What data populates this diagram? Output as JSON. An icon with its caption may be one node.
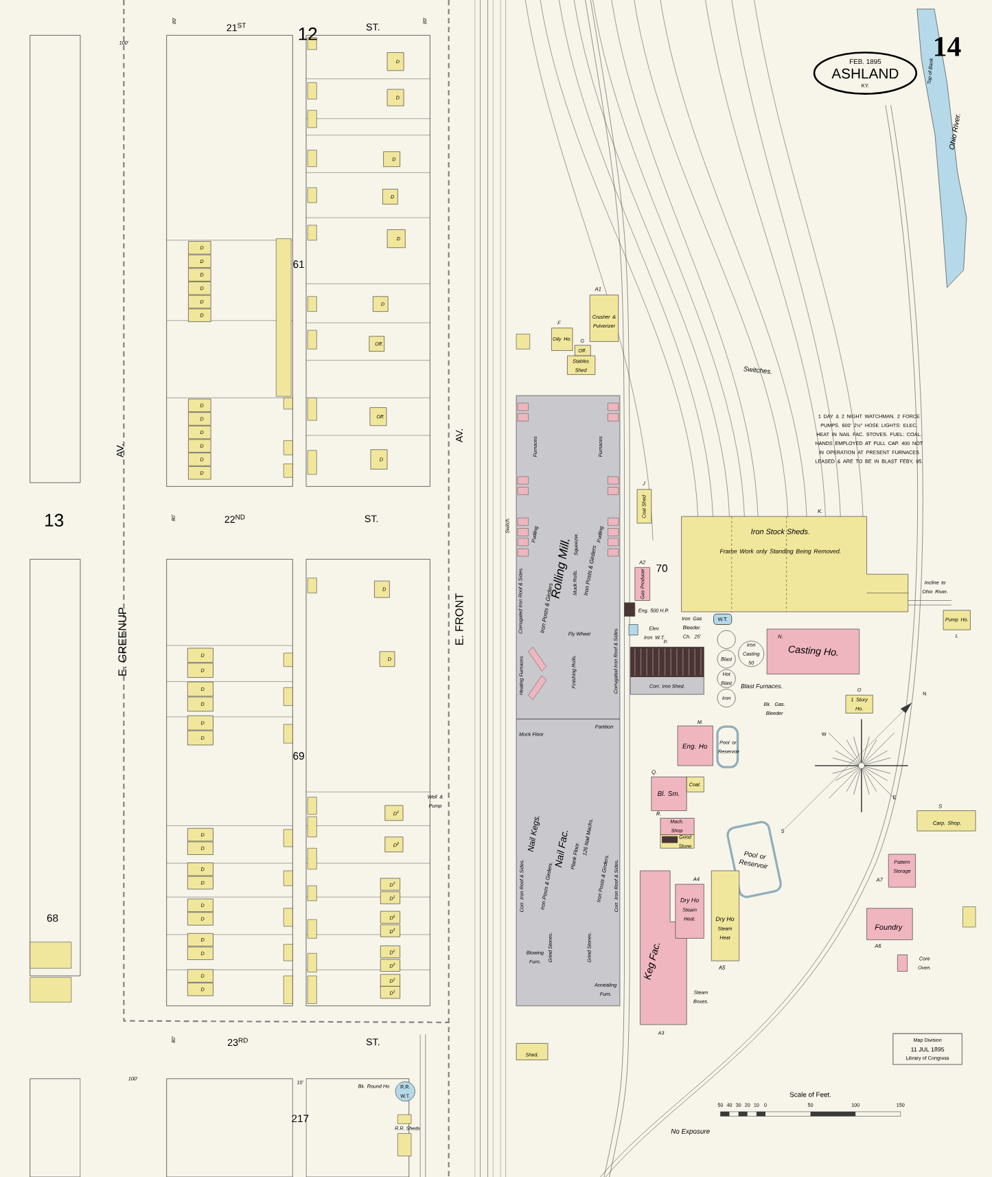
{
  "diagram": {
    "nodes": [
      {
        "text": [
          "FEB. 1895",
          "ASHLAND",
          "KY."
        ]
      },
      {
        "text": [
          "Crusher & Pulverizer"
        ],
        "beside": [
          "A1"
        ]
      },
      {
        "text": [
          "Oily Ho."
        ],
        "beside": [
          "F"
        ]
      },
      {
        "text": [
          "Off."
        ],
        "beside": [
          "G"
        ]
      },
      {
        "text": [
          "Stables Shed"
        ]
      },
      {
        "text": [
          "Rolling Mill.",
          "Iron Posts & Girders",
          "Iron Posts & Girders",
          "Furnaces",
          "Furnaces",
          "Pudling",
          "Pudling",
          "Corrugated Iron Roof & Sides.",
          "Corrugated Iron Roof & Sides.",
          "Muck Rolls.",
          "Squeezer.",
          "Fly Wheel",
          "Finishing Rolls.",
          "Heating Furnaces"
        ]
      },
      {
        "text": [
          "Nail Fac.",
          "Plank Floor.",
          "126 Nail Machs.",
          "Nail Kegs.",
          "Corr. Iron Roof & Sides.",
          "Corr. Iron Roof & Sides.",
          "Iron Posts & Girders.",
          "Iron Posts & Girders.",
          "Grind Stones.",
          "Grind Stones.",
          "Blowing Furn.",
          "Annealing Furn.",
          "Muck Floor",
          "Partition"
        ]
      },
      {
        "text": [
          "Coal Shed"
        ],
        "beside": [
          "J"
        ]
      },
      {
        "text": [
          "Iron Stock Sheds.",
          "Frame Work only Standing Being Removed."
        ],
        "beside": [
          "K."
        ]
      },
      {
        "text": [
          "Gas Producer"
        ],
        "beside": [
          "A2"
        ]
      },
      {
        "text": [],
        "shape": "box",
        "beside": [
          "Eng. 500 H.P."
        ]
      },
      {
        "text": [],
        "shape": "box",
        "beside": [
          "Elev. Iron W.T."
        ]
      },
      {
        "text": [
          "W.T."
        ]
      },
      {
        "text": [
          "Corr. Iron Shed."
        ],
        "beside": [
          "P."
        ]
      },
      {
        "text": [],
        "shape": "circle"
      },
      {
        "text": [
          "Iron Casting 50"
        ]
      },
      {
        "text": [
          "Blast"
        ]
      },
      {
        "text": [
          "Hot Blast"
        ]
      },
      {
        "text": [
          "Iron"
        ]
      },
      {
        "text": [
          "N.",
          "Casting Ho."
        ]
      },
      {
        "text": [
          "Pump Ho."
        ],
        "beside": [
          "L"
        ]
      },
      {
        "text": [
          "1 Story Ho."
        ],
        "beside": [
          "O"
        ]
      },
      {
        "text": [
          "Eng. Ho"
        ],
        "beside": [
          "M."
        ]
      },
      {
        "text": [
          "Pool or Reservoir"
        ]
      },
      {
        "text": [
          "Bl. Sm."
        ],
        "beside": [
          "Q."
        ]
      },
      {
        "text": [
          "Coal."
        ]
      },
      {
        "text": [
          "Mach. Shop"
        ],
        "beside": [
          "R."
        ]
      },
      {
        "text": [
          "Grind Stone"
        ]
      },
      {
        "text": [
          "Pool or Reservoir"
        ]
      },
      {
        "text": [
          "Carp. Shop."
        ],
        "beside": [
          "S"
        ]
      },
      {
        "text": [
          "Pattern Storage"
        ],
        "beside": [
          "A7"
        ]
      },
      {
        "text": [
          "Keg Fac."
        ],
        "beside": [
          "A3"
        ]
      },
      {
        "text": [
          "Dry Ho",
          "Steam Heat."
        ],
        "beside": [
          "A4"
        ]
      },
      {
        "text": [
          "Dry Ho",
          "Steam Heat"
        ],
        "beside": [
          "A5"
        ]
      },
      {
        "text": [
          "Foundry"
        ],
        "beside": [
          "A6"
        ]
      },
      {
        "text": [],
        "shape": "box",
        "beside": [
          "Core Oven."
        ]
      },
      {
        "text": [
          "Shed."
        ]
      },
      {
        "text": [
          "R.R. W.T."
        ]
      },
      {
        "text": [
          "D"
        ]
      },
      {
        "text": [
          "D"
        ]
      },
      {
        "text": [
          "D"
        ]
      },
      {
        "text": [
          "D"
        ]
      },
      {
        "text": [
          "D"
        ]
      },
      {
        "text": [
          "D"
        ]
      },
      {
        "text": [
          "Off."
        ]
      },
      {
        "text": [
          "Off."
        ]
      },
      {
        "text": [
          "D"
        ]
      },
      {
        "text": [
          "D"
        ]
      },
      {
        "text": [
          "D"
        ]
      },
      {
        "text": [
          "D$^{2}$"
        ]
      },
      {
        "text": [
          "D$^{2}$"
        ]
      },
      {
        "text": [
          "D$^{2}$"
        ]
      },
      {
        "text": [
          "D$^{2}$"
        ]
      },
      {
        "text": [
          "D$^{2}$"
        ]
      },
      {
        "text": [
          "D$^{2}$"
        ]
      },
      {
        "text": [
          "D$^{2}$"
        ]
      },
      {
        "text": [
          "D$^{2}$"
        ]
      },
      {
        "text": [
          "D$^{2}$"
        ]
      },
      {
        "text": [
          "D$^{2}$"
        ]
      },
      {
        "text": [
          "D"
        ]
      },
      {
        "text": [
          "D"
        ]
      },
      {
        "text": [
          "D"
        ]
      },
      {
        "text": [
          "D"
        ]
      },
      {
        "text": [
          "D"
        ]
      },
      {
        "text": [
          "D"
        ]
      },
      {
        "text": [
          "D"
        ]
      },
      {
        "text": [
          "D"
        ]
      },
      {
        "text": [
          "D"
        ]
      },
      {
        "text": [
          "D"
        ]
      },
      {
        "text": [
          "D"
        ]
      },
      {
        "text": [
          "D"
        ]
      },
      {
        "text": [
          "D"
        ]
      },
      {
        "text": [
          "D"
        ]
      },
      {
        "text": [
          "D"
        ]
      },
      {
        "text": [
          "D"
        ]
      },
      {
        "text": [
          "D"
        ]
      },
      {
        "text": [
          "D"
        ]
      },
      {
        "text": [
          "D"
        ]
      },
      {
        "text": [
          "D"
        ]
      },
      {
        "text": [
          "D"
        ]
      },
      {
        "text": [
          "D"
        ]
      },
      {
        "text": [
          "D"
        ]
      },
      {
        "text": [
          "D"
        ]
      },
      {
        "text": [
          "D"
        ]
      },
      {
        "text": [
          "D"
        ]
      },
      {
        "text": [
          "D"
        ]
      },
      {
        "text": [
          "D"
        ]
      }
    ],
    "labels": [
      "12",
      "14",
      "13",
      "21$^{ST}$",
      "ST.",
      "22$^{ND}$",
      "ST.",
      "23$^{RD}$",
      "ST.",
      "E. GREENUP",
      "AV.",
      "E. FRONT",
      "AV.",
      "61",
      "69",
      "70",
      "68",
      "217",
      "Switches.",
      "Switch.",
      "Ohio River.",
      "Top of Bank",
      "Incline to Ohio River.",
      "Blast Furnaces.",
      "1 DAY & 2 NIGHT WATCHMAN. 2 FORCE PUMPS. 600' 2½\" HOSE LIGHTS: ELEC. HEAT IN NAIL FAC. STOVES. FUEL: COAL. HANDS EMPLOYED AT FULL CAP. 400 NOT IN OPERATION AT PRESENT FURNACES LEASED & ARE TO BE IN BLAST FEBY, 95.",
      "Iron Gas Bleeder. Ch. 25'",
      "Bk. Gas. Bleeder",
      "Steam Boxes.",
      "Well & Pump",
      "Bk. Round Ho",
      "R.R. Sheds",
      "No Exposure",
      "Scale of Feet.",
      "50",
      "40",
      "30",
      "20",
      "10",
      "0",
      "50",
      "100",
      "150",
      "Map Division",
      "11 JUL 1895",
      "Library of Congress",
      "W",
      "E",
      "S",
      "N",
      "100'",
      "80'",
      "80'",
      "80'",
      "80'",
      "100'",
      "15'"
    ]
  }
}
